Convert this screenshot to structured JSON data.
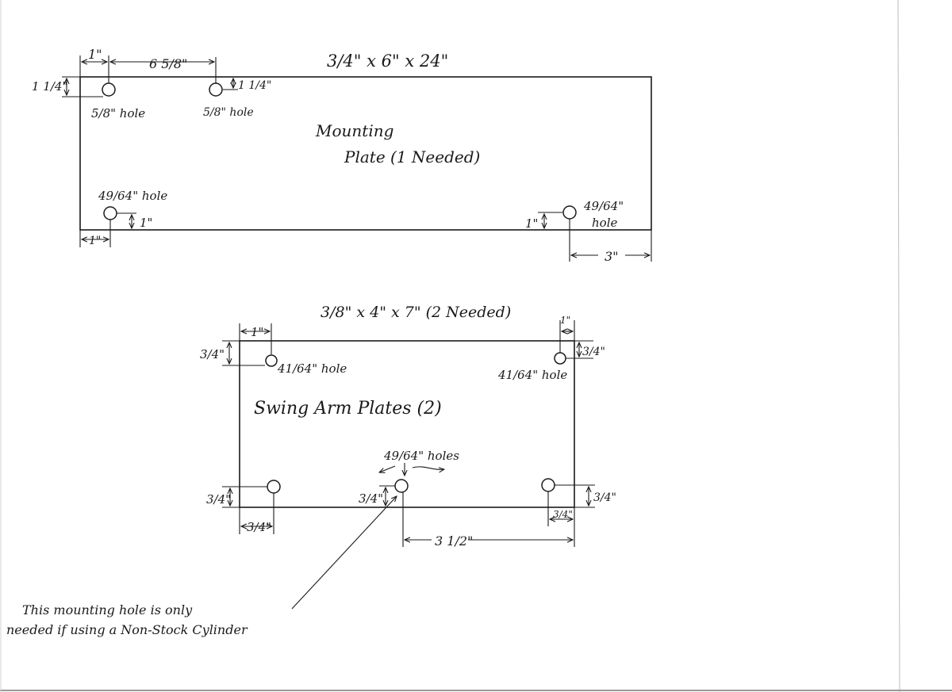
{
  "plate1": {
    "dims": "3/4\" x 6\" x 24\"",
    "name_line1": "Mounting",
    "name_line2": "Plate (1 Needed)",
    "dim_left_top": "1\"",
    "dim_hole_spacing": "6 5/8\"",
    "dim_top_left": "1 1/4\"",
    "dim_top_second": "1 1/4\"",
    "hole_top_left": "5/8\" hole",
    "hole_top_second": "5/8\" hole",
    "hole_bottom_left": "49/64\" hole",
    "dim_bottom_left_v": "1\"",
    "dim_bottom_left_h": "1\"",
    "hole_bottom_right_1": "49/64\"",
    "hole_bottom_right_2": "hole",
    "dim_bottom_right_v": "1\"",
    "dim_bottom_right_h": "3\""
  },
  "plate2": {
    "dims": "3/8\" x 4\" x 7\" (2 Needed)",
    "name": "Swing Arm Plates (2)",
    "dim_top_left_h": "1\"",
    "dim_top_left_v": "3/4\"",
    "hole_top_left": "41/64\" hole",
    "dim_top_right_h": "1\"",
    "dim_top_right_v": "3/4\"",
    "hole_top_right": "41/64\" hole",
    "holes_bottom": "49/64\" holes",
    "dim_bottom_left_v": "3/4\"",
    "dim_bottom_left_h": "3/4\"",
    "dim_bottom_mid_v": "3/4\"",
    "dim_bottom_mid_h": "3 1/2\"",
    "dim_bottom_right_v": "3/4\"",
    "dim_bottom_right_h": "3/4\""
  },
  "note": {
    "line1": "This mounting hole is only",
    "line2": "needed if using a Non-Stock Cylinder"
  }
}
